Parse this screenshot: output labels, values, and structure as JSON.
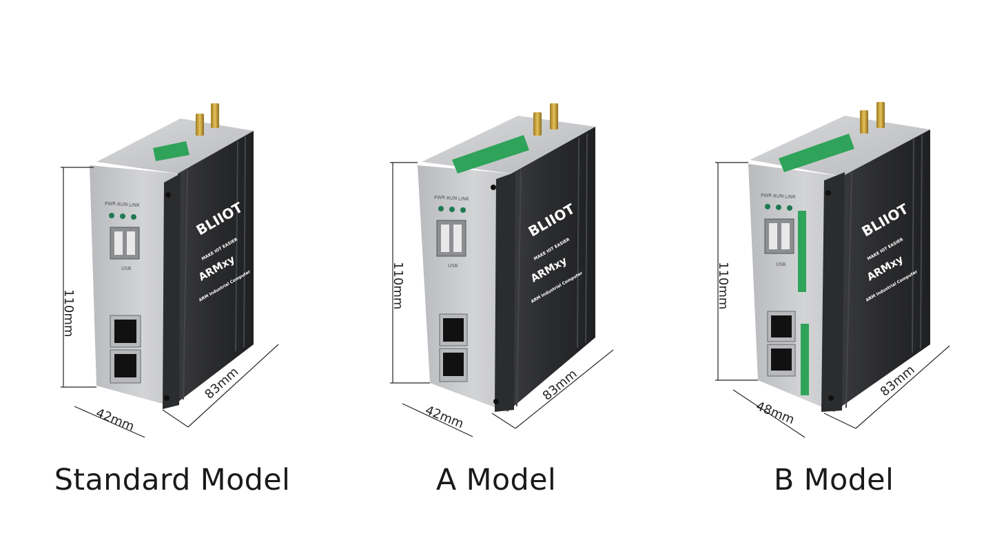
{
  "models": [
    {
      "name": "Standard Model",
      "height": "110mm",
      "width": "42mm",
      "depth": "83mm",
      "brand": "BLIIOT",
      "slogan": "MAKE IOT EASIER",
      "product": "ARMxy",
      "subtitle": "ARM Industrial Computer",
      "leds": [
        "PWR",
        "RUN",
        "LINK"
      ],
      "usb_label": "USB"
    },
    {
      "name": "A Model",
      "height": "110mm",
      "width": "42mm",
      "depth": "83mm",
      "brand": "BLIIOT",
      "slogan": "MAKE IOT EASIER",
      "product": "ARMxy",
      "subtitle": "ARM Industrial Computer",
      "leds": [
        "PWR",
        "RUN",
        "LINK"
      ],
      "usb_label": "USB"
    },
    {
      "name": "B Model",
      "height": "110mm",
      "width": "48mm",
      "depth": "83mm",
      "brand": "BLIIOT",
      "slogan": "MAKE IOT EASIER",
      "product": "ARMxy",
      "subtitle": "ARM Industrial Computer",
      "leds": [
        "PWR",
        "RUN",
        "LINK"
      ],
      "usb_label": "USB"
    }
  ],
  "colors": {
    "heatsink": "#2e2f31",
    "panel": "#c9cacc",
    "terminal": "#2fa35a",
    "led": "#1f7a52",
    "antenna": "#c8a13a"
  }
}
